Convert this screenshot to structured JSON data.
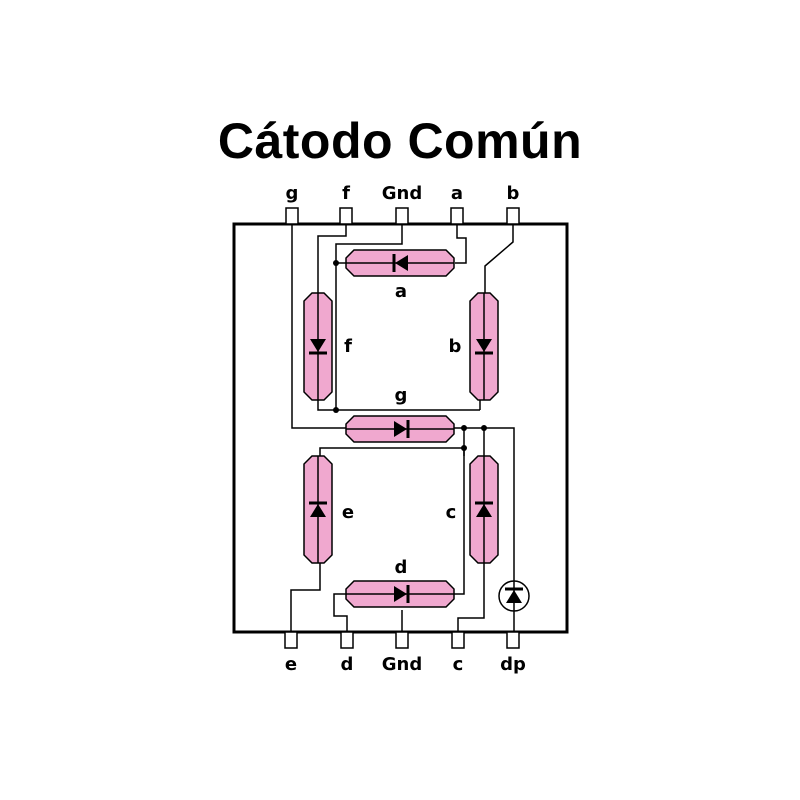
{
  "title": "Cátodo Común",
  "pins_top": [
    "g",
    "f",
    "Gnd",
    "a",
    "b"
  ],
  "pins_bottom": [
    "e",
    "d",
    "Gnd",
    "c",
    "dp"
  ],
  "segments": {
    "a": "a",
    "b": "b",
    "c": "c",
    "d": "d",
    "e": "e",
    "f": "f",
    "g": "g"
  },
  "colors": {
    "segment_fill": "#f0a8cf",
    "line": "#000000",
    "background": "#ffffff"
  }
}
